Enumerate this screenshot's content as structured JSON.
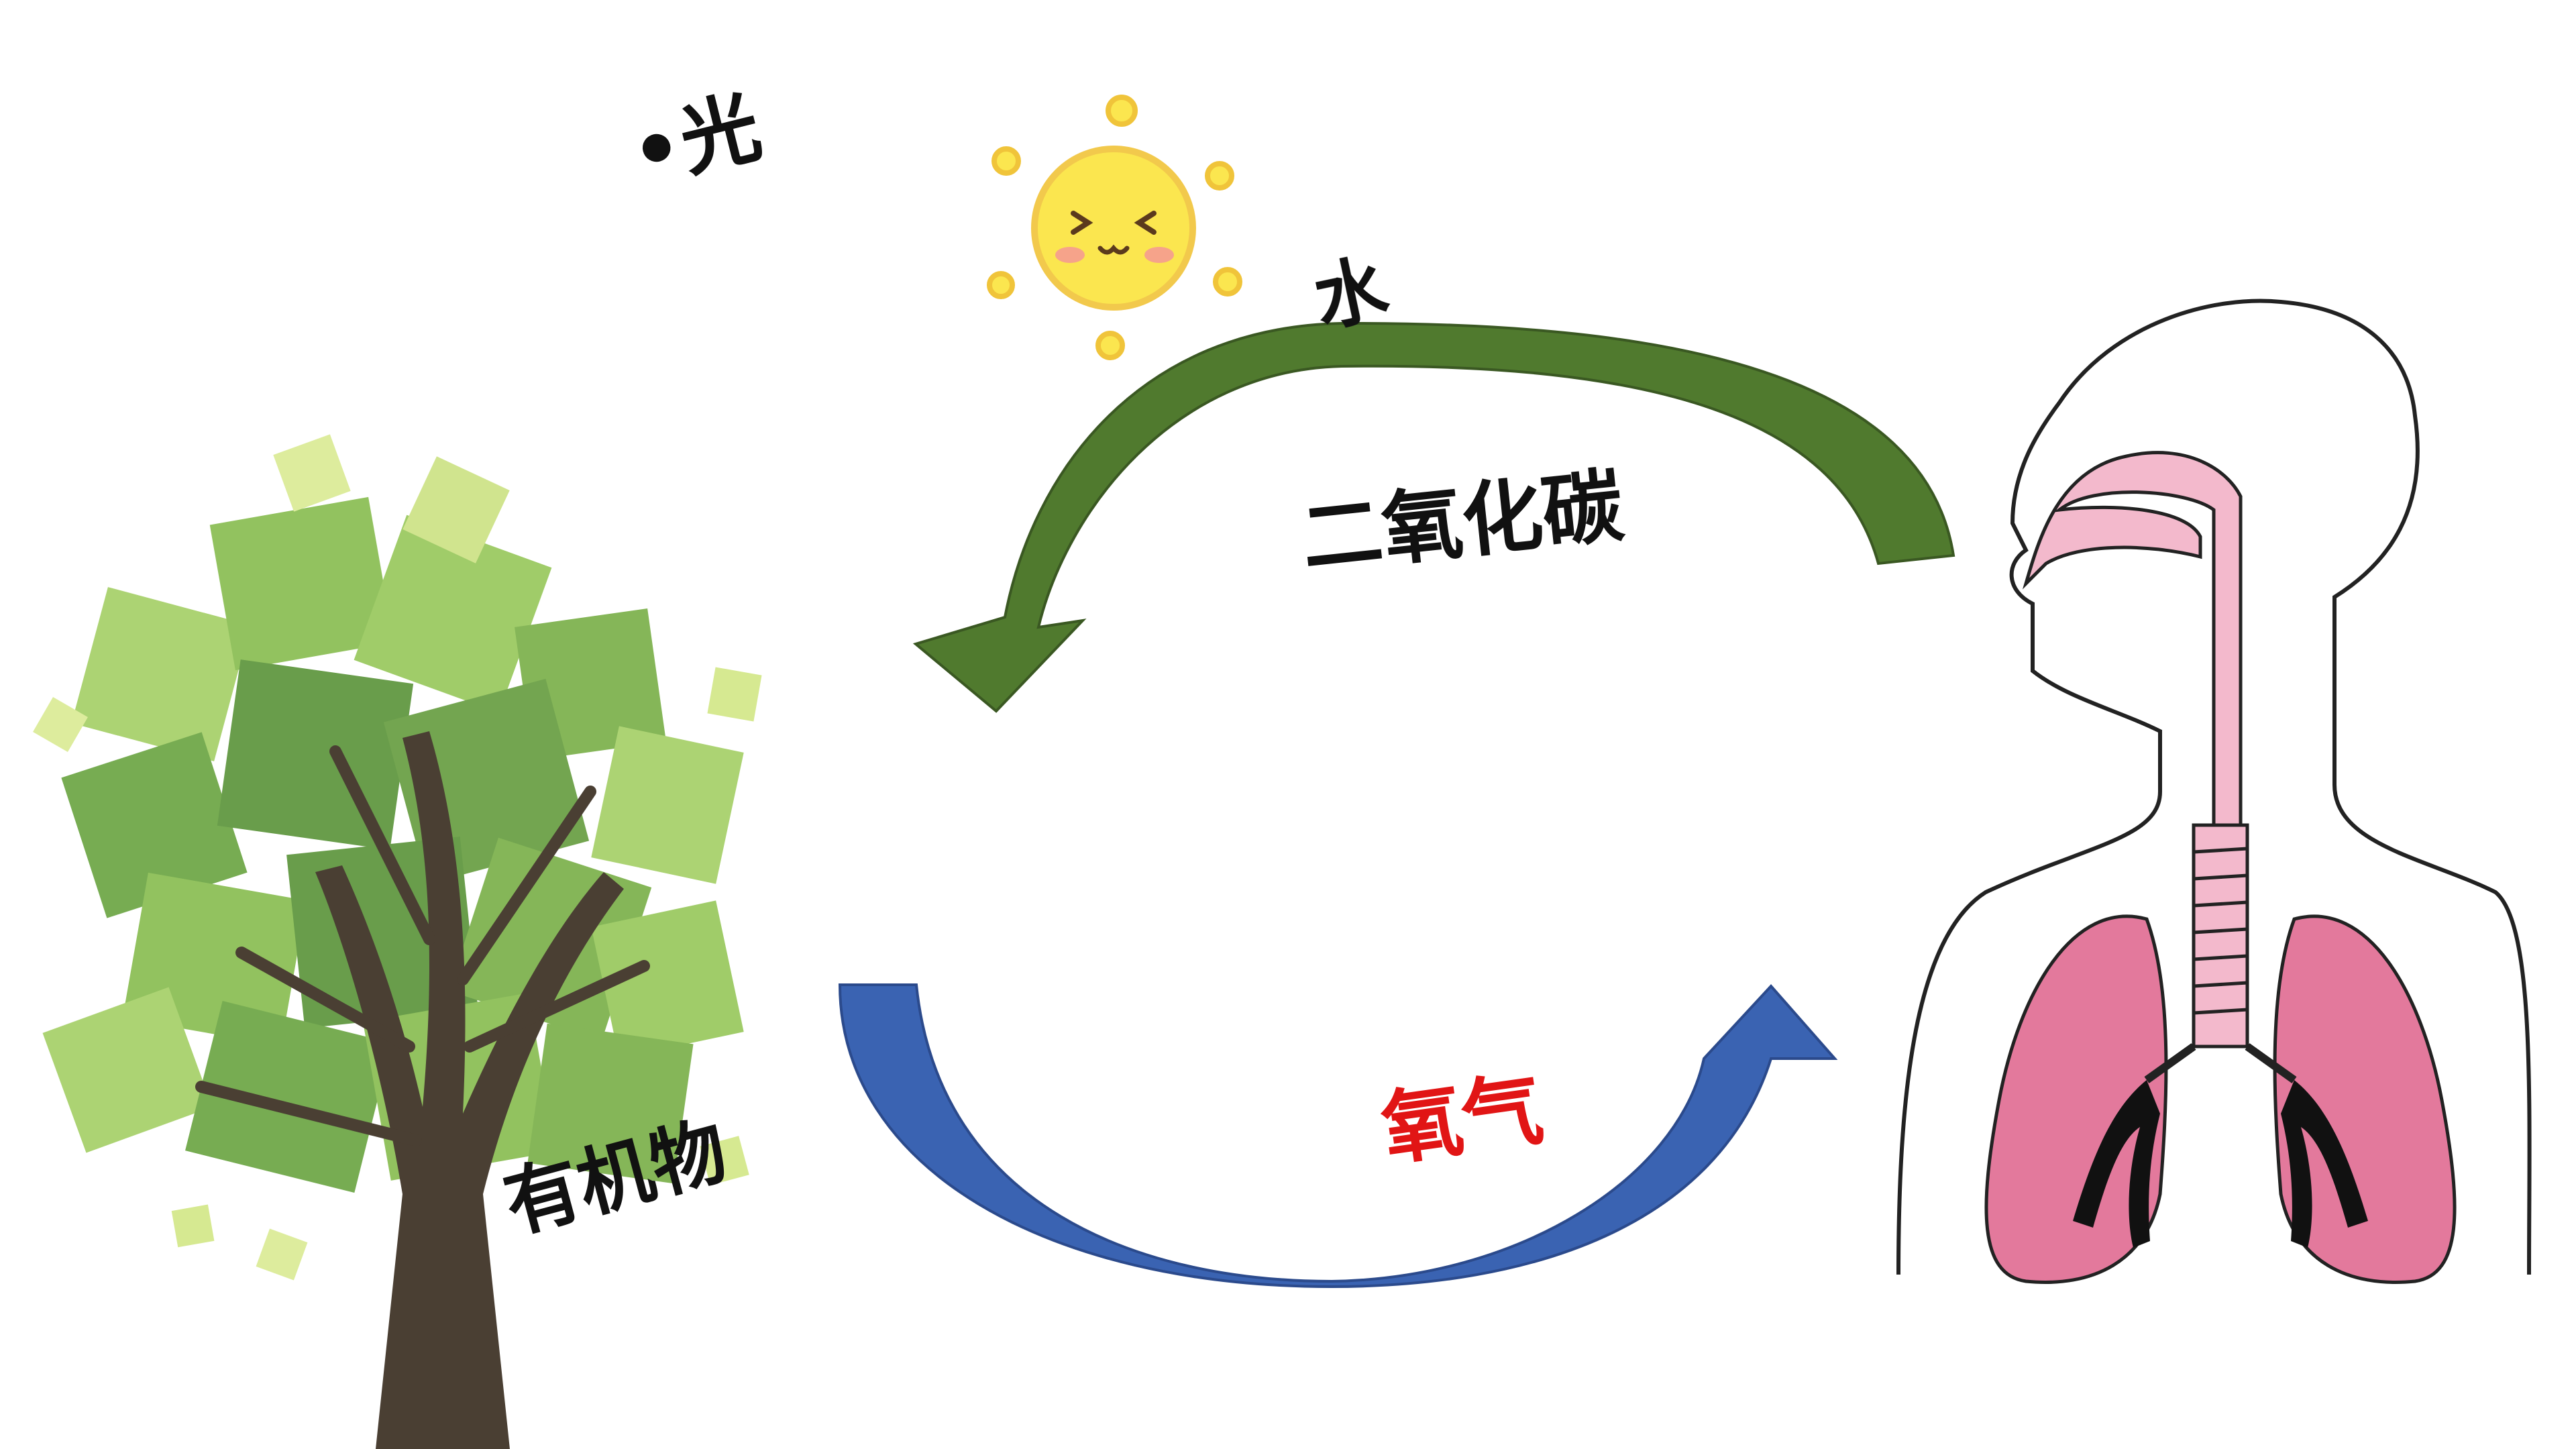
{
  "labels": {
    "light": "•光",
    "water": "水",
    "carbon_dioxide": "二氧化碳",
    "oxygen": "氧气",
    "organic_matter": "有机物"
  },
  "colors": {
    "co2_arrow": "#507a2e",
    "oxygen_arrow": "#3a63b2",
    "oxygen_text": "#e11515",
    "lung": "#e3799c",
    "airway": "#f3b9cc",
    "sun": "#fbe64f",
    "tree_leaf": "#7fb843",
    "tree_trunk": "#4a3f33"
  },
  "icons": [
    "sun-icon",
    "tree-icon",
    "respiratory-system-icon",
    "co2-arrow-icon",
    "oxygen-arrow-icon"
  ]
}
